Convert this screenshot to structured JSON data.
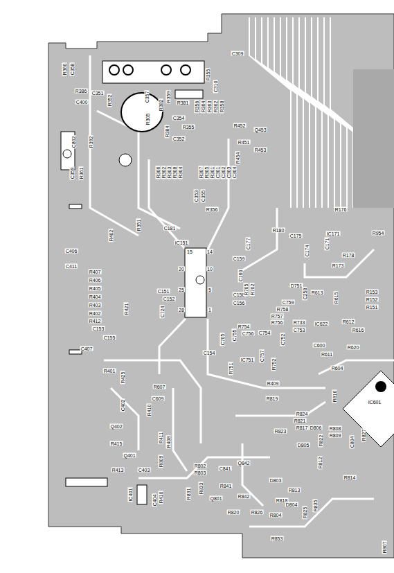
{
  "diagram": {
    "labels": [
      "R360",
      "C358",
      "C309",
      "R355",
      "C310",
      "R386",
      "C351",
      "R352",
      "C400",
      "C357",
      "R382",
      "R359",
      "R381",
      "R356",
      "R364",
      "R363",
      "R362",
      "R358",
      "C354",
      "R355",
      "C352",
      "R305",
      "R384",
      "R452",
      "Q453",
      "R451",
      "R453",
      "R454",
      "C802",
      "R392",
      "C359",
      "R361",
      "R306",
      "R302",
      "R303",
      "R308",
      "R304",
      "R307",
      "R305",
      "R301",
      "C301",
      "C302",
      "C303",
      "C304",
      "C353",
      "C355",
      "R356",
      "R351",
      "C181",
      "R180",
      "C175",
      "R176",
      "IC171",
      "R954",
      "C171",
      "C174",
      "R178",
      "R173",
      "C177",
      "R402",
      "C406",
      "C411",
      "IC151",
      "15",
      "20",
      "25",
      "28",
      "14",
      "10",
      "5",
      "1",
      "C159",
      "C160",
      "C158",
      "C156",
      "C151",
      "C152",
      "C724",
      "R407",
      "R406",
      "R405",
      "R404",
      "R403",
      "R402",
      "R412",
      "R421",
      "C153",
      "C155",
      "C407",
      "R401",
      "R425",
      "C402",
      "Q402",
      "R415",
      "Q401",
      "R413",
      "C403",
      "IC401",
      "C404",
      "R410",
      "R410",
      "R411",
      "R408",
      "R809",
      "R607",
      "C609",
      "R409",
      "R819",
      "R810",
      "C705",
      "C154",
      "C755",
      "C756",
      "R754",
      "C754",
      "IC751",
      "R751",
      "C757",
      "R752",
      "C752",
      "R705",
      "R702",
      "D751",
      "C258",
      "C759",
      "R758",
      "R757",
      "R756",
      "R733",
      "C753",
      "R613",
      "R615",
      "R153",
      "R152",
      "R151",
      "IC622",
      "R612",
      "R616",
      "R620",
      "C600",
      "R611",
      "R604",
      "IC601",
      "R824",
      "R821",
      "R817",
      "R823",
      "D806",
      "D805",
      "R822",
      "R808",
      "R809",
      "C804",
      "R827",
      "R812",
      "R814",
      "R802",
      "R803",
      "C841",
      "Q842",
      "R833",
      "R831",
      "Q801",
      "R841",
      "R842",
      "R820",
      "R826",
      "R818",
      "D803",
      "R813",
      "D804",
      "R804",
      "R825",
      "R835",
      "R853",
      "R807"
    ]
  }
}
